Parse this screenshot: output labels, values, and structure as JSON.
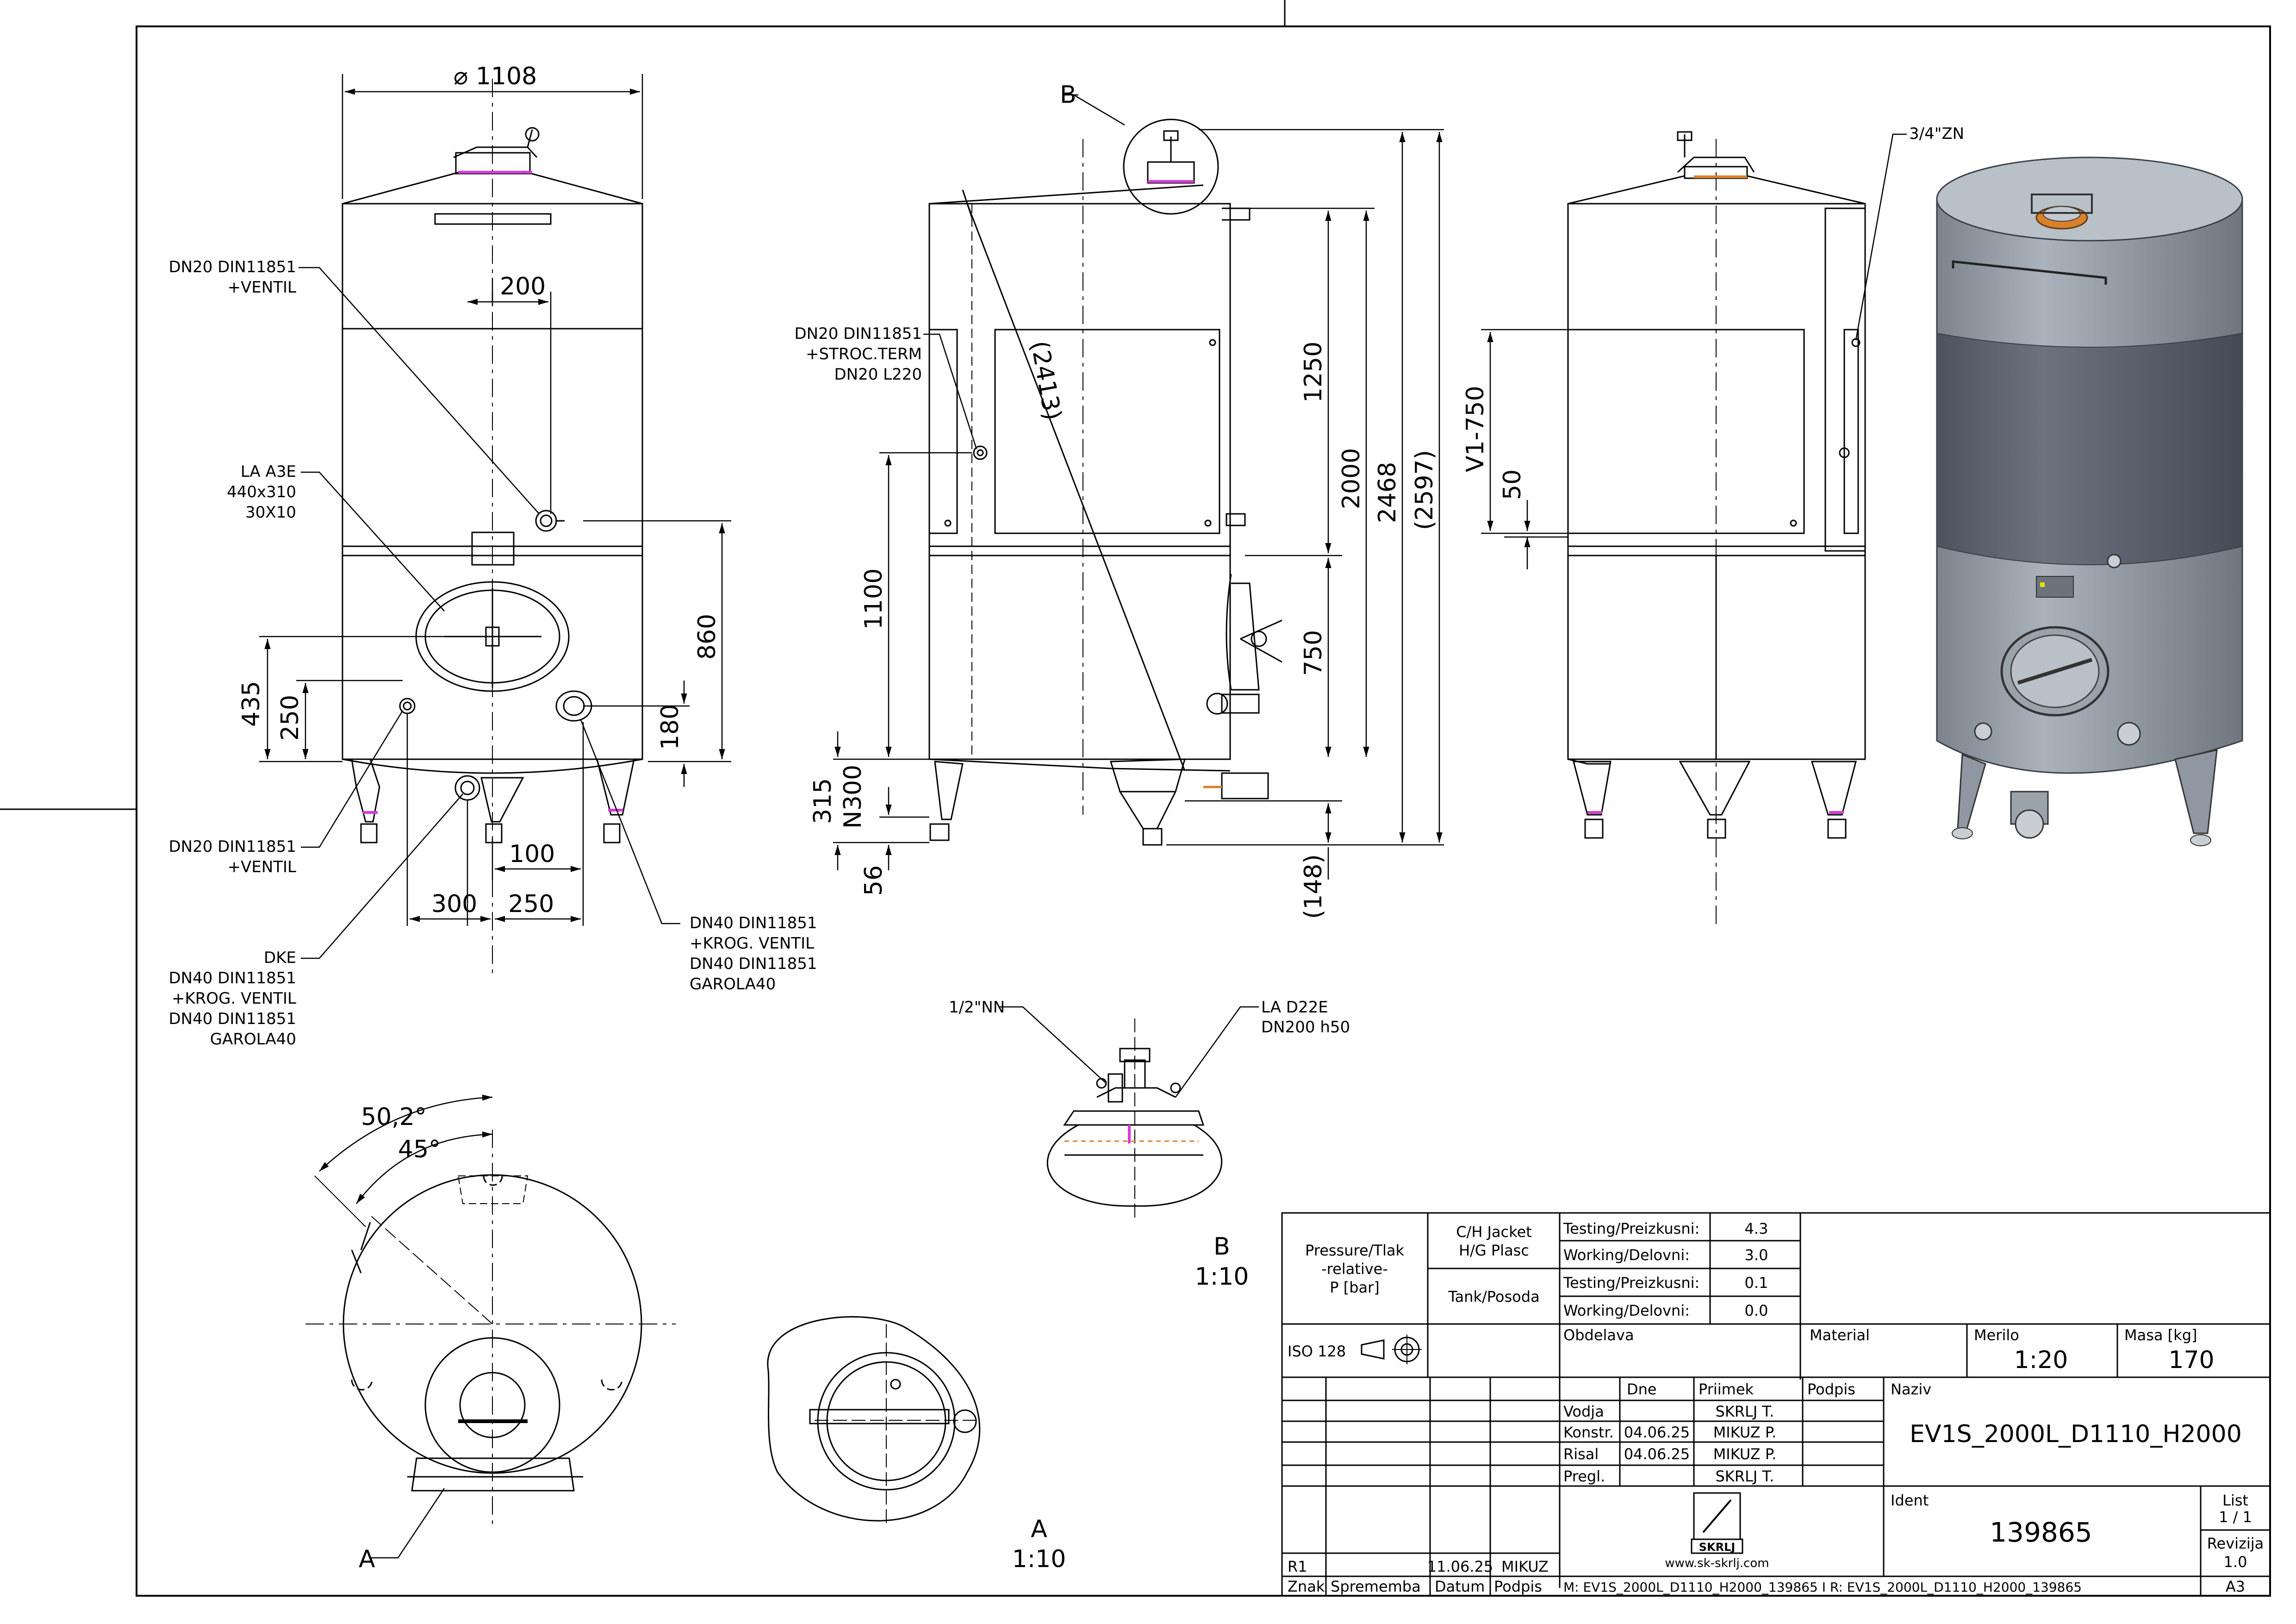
{
  "dimensions": {
    "diameter": "⌀ 1108",
    "d200": "200",
    "d435": "435",
    "d250": "250",
    "d860": "860",
    "d180": "180",
    "d100": "100",
    "d300": "300",
    "d250b": "250",
    "d2413": "(2413)",
    "d1250": "1250",
    "d2000": "2000",
    "d2468": "2468",
    "d2597": "(2597)",
    "d1100": "1100",
    "d750": "750",
    "d315": "315",
    "n300": "N300",
    "d56": "56",
    "d148": "(148)",
    "v1750": "V1-750",
    "d50": "50",
    "a502": "50,2°",
    "a45": "45°"
  },
  "labels": {
    "dn20_top": [
      "DN20 DIN11851",
      "+VENTIL"
    ],
    "la_a3e": [
      "LA A3E",
      "440x310",
      "30X10"
    ],
    "dn20_bottom": [
      "DN20 DIN11851",
      "+VENTIL"
    ],
    "dke": [
      "DKE",
      "DN40 DIN11851",
      "+KROG. VENTIL",
      "DN40 DIN11851",
      "GAROLA40"
    ],
    "dn40_right": [
      "DN40 DIN11851",
      "+KROG. VENTIL",
      "DN40 DIN11851",
      "GAROLA40"
    ],
    "dn20_stroc": [
      "DN20 DIN11851",
      "+STROC.TERM",
      "DN20 L220"
    ],
    "thread_34": "3/4\"ZN",
    "thread_12": "1/2\"NN",
    "la_d22e": [
      "LA D22E",
      "DN200 h50"
    ],
    "view_b": "B",
    "view_a": "A",
    "detail_b": [
      "B",
      "1:10"
    ],
    "detail_a": [
      "A",
      "1:10"
    ]
  },
  "title_block": {
    "pressure_label": [
      "Pressure/Tlak",
      "-relative-",
      "P [bar]"
    ],
    "jacket_label": [
      "C/H Jacket",
      "H/G Plasc"
    ],
    "tank_label": "Tank/Posoda",
    "rows": [
      {
        "label": "Testing/Preizkusni:",
        "value": "4.3"
      },
      {
        "label": "Working/Delovni:",
        "value": "3.0"
      },
      {
        "label": "Testing/Preizkusni:",
        "value": "0.1"
      },
      {
        "label": "Working/Delovni:",
        "value": "0.0"
      }
    ],
    "iso": "ISO 128",
    "obdelava": "Obdelava",
    "material": "Material",
    "merilo_label": "Merilo",
    "merilo_value": "1:20",
    "masa_label": "Masa [kg]",
    "masa_value": "170",
    "dne": "Dne",
    "priimek": "Priimek",
    "podpis": "Podpis",
    "naziv_label": "Naziv",
    "naziv_value": "EV1S_2000L_D1110_H2000",
    "people": [
      {
        "role": "Vodja",
        "date": "",
        "name": "SKRLJ T."
      },
      {
        "role": "Konstr.",
        "date": "04.06.25",
        "name": "MIKUZ P."
      },
      {
        "role": "Risal",
        "date": "04.06.25",
        "name": "MIKUZ P."
      },
      {
        "role": "Pregl.",
        "date": "",
        "name": "SKRLJ T."
      }
    ],
    "ident_label": "Ident",
    "ident_value": "139865",
    "list_label": "List",
    "list_value": "1 / 1",
    "revizija_label": "Revizija",
    "revizija_value": "1.0",
    "format": "A3",
    "rev_mark": "R1",
    "rev_date": "11.06.25",
    "rev_by": "MIKUZ",
    "znak": "Znak",
    "sprememba": "Sprememba",
    "datum": "Datum",
    "podpis2": "Podpis",
    "logo_text": "SKRLJ",
    "website": "www.sk-skrlj.com",
    "model_ref": "M: EV1S_2000L_D1110_H2000_139865 I R: EV1S_2000L_D1110_H2000_139865"
  },
  "colors": {
    "line": "#000000",
    "body_3d": "#8f98a2",
    "band_3d": "#5d6672",
    "accent": "#d63bd6",
    "copper": "#d9802b"
  }
}
